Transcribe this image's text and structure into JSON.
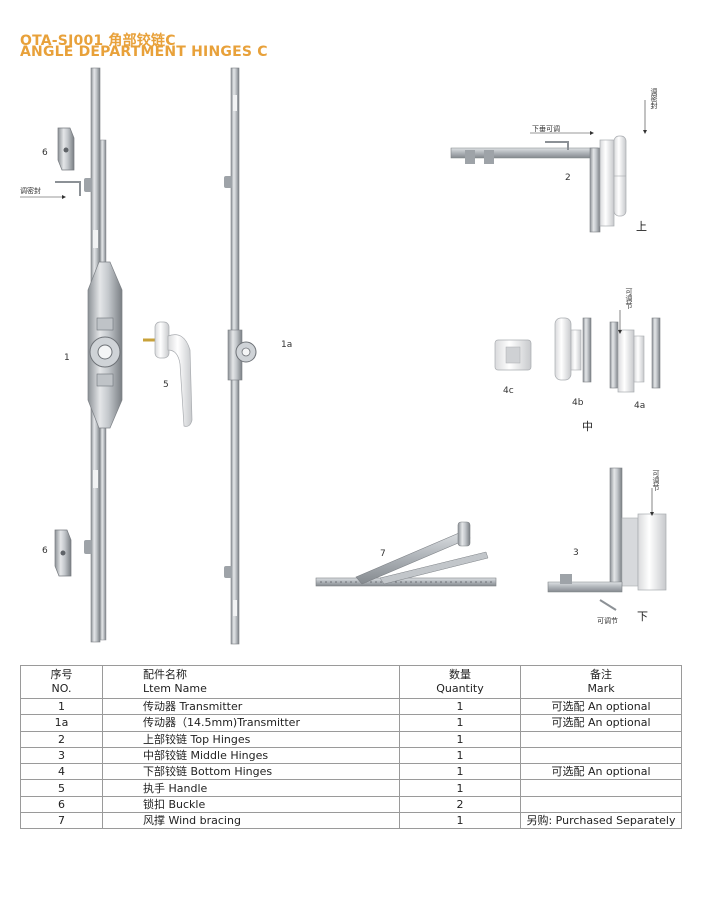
{
  "header": {
    "title_line1": "OTA-SJ001 角部铰链C",
    "title_line2": "ANGLE DEPARTMENT HINGES C"
  },
  "diagram": {
    "labels": {
      "p1": "1",
      "p1a": "1a",
      "p2": "2",
      "p3": "3",
      "p4a": "4a",
      "p4b": "4b",
      "p4c": "4c",
      "p5": "5",
      "p6_top": "6",
      "p6_bottom": "6",
      "p7": "7",
      "adjust_seal": "调密封",
      "adjust_seal_v": "调密封",
      "adjust_down": "下垂可调",
      "adjustable_mid": "可调节",
      "adjustable_bot_v": "可调节",
      "adjustable_bot_h": "可调节",
      "pos_top": "上",
      "pos_mid": "中",
      "pos_bot": "下"
    }
  },
  "table": {
    "headers": [
      {
        "cn": "序号",
        "en": "NO."
      },
      {
        "cn": "配件名称",
        "en": "Ltem Name"
      },
      {
        "cn": "数量",
        "en": "Quantity"
      },
      {
        "cn": "备注",
        "en": "Mark"
      }
    ],
    "rows": [
      {
        "no": "1",
        "name": "传动器  Transmitter",
        "qty": "1",
        "mark": "可选配 An optional"
      },
      {
        "no": "1a",
        "name": "传动器（14.5mm)Transmitter",
        "qty": "1",
        "mark": "可选配 An optional"
      },
      {
        "no": "2",
        "name": "上部铰链 Top Hinges",
        "qty": "1",
        "mark": ""
      },
      {
        "no": "3",
        "name": "中部铰链  Middle Hinges",
        "qty": "1",
        "mark": ""
      },
      {
        "no": "4",
        "name": "下部铰链 Bottom Hinges",
        "qty": "1",
        "mark": "可选配 An optional"
      },
      {
        "no": "5",
        "name": "执手  Handle",
        "qty": "1",
        "mark": ""
      },
      {
        "no": "6",
        "name": "锁扣  Buckle",
        "qty": "2",
        "mark": ""
      },
      {
        "no": "7",
        "name": "风撑  Wind bracing",
        "qty": "1",
        "mark": "另购: Purchased Separately"
      }
    ]
  }
}
